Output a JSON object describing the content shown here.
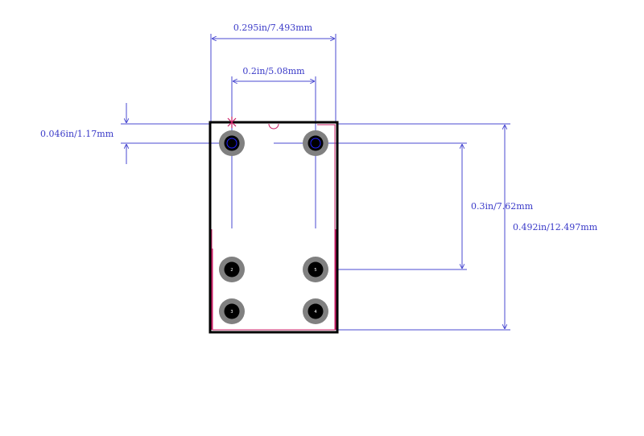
{
  "colors": {
    "dimension": "#4848d0",
    "outline": "#000000",
    "silk": "#c81e64",
    "pad": "#808080",
    "hole": "#000000",
    "axis": "#2020ff"
  },
  "dimensions": {
    "overall_width": "0.295in/7.493mm",
    "pin_pitch_x": "0.2in/5.08mm",
    "edge_offset": "0.046in/1.17mm",
    "pin_pitch_y": "0.3in/7.62mm",
    "overall_height": "0.492in/12.497mm"
  },
  "pins": [
    {
      "label": "",
      "column": 0,
      "row": 0
    },
    {
      "label": "",
      "column": 1,
      "row": 0
    },
    {
      "label": "2",
      "column": 0,
      "row": 1
    },
    {
      "label": "5",
      "column": 1,
      "row": 1
    },
    {
      "label": "3",
      "column": 0,
      "row": 2
    },
    {
      "label": "4",
      "column": 1,
      "row": 2
    }
  ]
}
